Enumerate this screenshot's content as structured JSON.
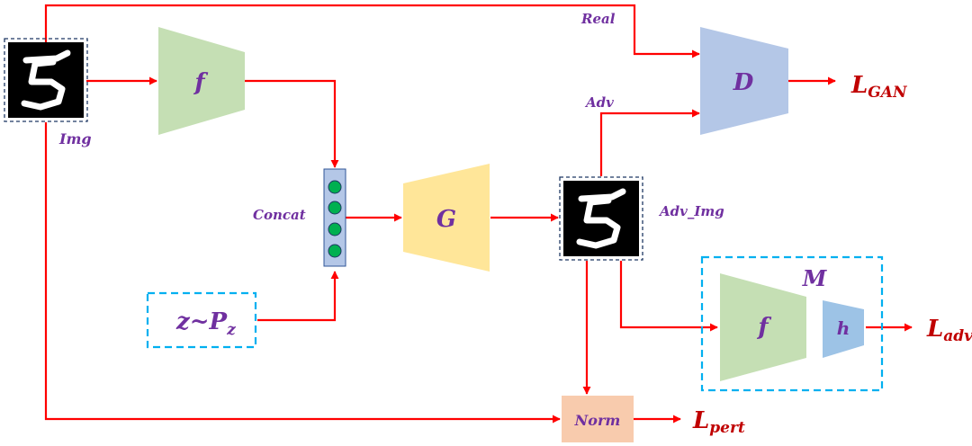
{
  "labels": {
    "img": "Img",
    "real": "Real",
    "adv": "Adv",
    "concat": "Concat",
    "adv_img": "Adv_Img",
    "m": "M"
  },
  "blocks": {
    "f_top": "f",
    "d": "D",
    "g": "G",
    "f_bottom": "f",
    "h": "h",
    "norm": "Norm",
    "noise": {
      "main": "z~P",
      "sub": "z"
    }
  },
  "outputs": {
    "gan": {
      "main": "L",
      "sub": "GAN"
    },
    "adv": {
      "main": "L",
      "sub": "adv"
    },
    "pert": {
      "main": "L",
      "sub": "pert"
    }
  },
  "colors": {
    "arrow": "#ff0000",
    "label_purple": "#7030a0",
    "output_red": "#c00000",
    "f_green": "#c5dfb4",
    "d_blue": "#b4c7e7",
    "g_yellow": "#ffe699",
    "h_blue": "#9dc3e6",
    "norm_orange": "#f8cbad",
    "concat_fill": "#b4c7e7",
    "dot_green": "#00b050",
    "dashed_cyan": "#00b0f0"
  },
  "icons": [
    "digit-five-image-icon"
  ]
}
